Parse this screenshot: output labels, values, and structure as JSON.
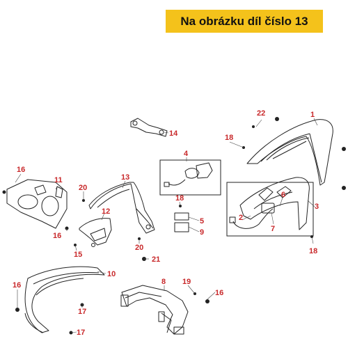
{
  "banner": {
    "text": "Na obrázku díl číslo 13"
  },
  "callouts": [
    {
      "id": "c1",
      "label": "1"
    },
    {
      "id": "c2",
      "label": "2"
    },
    {
      "id": "c3",
      "label": "3"
    },
    {
      "id": "c4",
      "label": "4"
    },
    {
      "id": "c5",
      "label": "5"
    },
    {
      "id": "c6",
      "label": "6"
    },
    {
      "id": "c7",
      "label": "7"
    },
    {
      "id": "c8",
      "label": "8"
    },
    {
      "id": "c9",
      "label": "9"
    },
    {
      "id": "c10",
      "label": "10"
    },
    {
      "id": "c11",
      "label": "11"
    },
    {
      "id": "c12",
      "label": "12"
    },
    {
      "id": "c13",
      "label": "13"
    },
    {
      "id": "c14",
      "label": "14"
    },
    {
      "id": "c15",
      "label": "15"
    },
    {
      "id": "c16a",
      "label": "16"
    },
    {
      "id": "c16b",
      "label": "16"
    },
    {
      "id": "c16c",
      "label": "16"
    },
    {
      "id": "c16d",
      "label": "16"
    },
    {
      "id": "c17a",
      "label": "17"
    },
    {
      "id": "c17b",
      "label": "17"
    },
    {
      "id": "c18a",
      "label": "18"
    },
    {
      "id": "c18b",
      "label": "18"
    },
    {
      "id": "c18c",
      "label": "18"
    },
    {
      "id": "c19",
      "label": "19"
    },
    {
      "id": "c20a",
      "label": "20"
    },
    {
      "id": "c20b",
      "label": "20"
    },
    {
      "id": "c21",
      "label": "21"
    },
    {
      "id": "c22",
      "label": "22"
    }
  ]
}
